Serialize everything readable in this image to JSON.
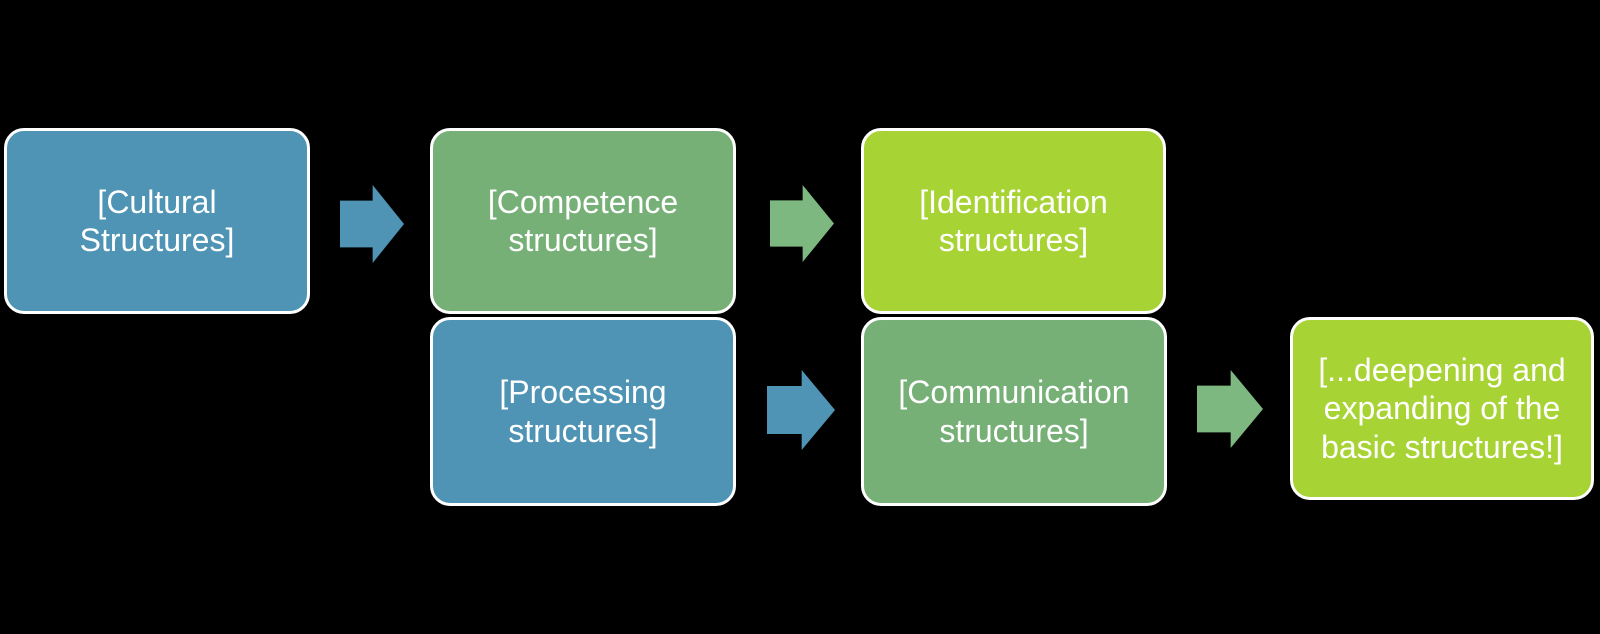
{
  "diagram": {
    "background_color": "#000000",
    "border_color": "#ffffff",
    "text_color": "#ffffff",
    "nodes": [
      {
        "id": "cultural",
        "label": "[Cultural Structures]",
        "fill": "#4F94B5"
      },
      {
        "id": "competence",
        "label": "[Competence structures]",
        "fill": "#76B077"
      },
      {
        "id": "identification",
        "label": "[Identification structures]",
        "fill": "#A8D334"
      },
      {
        "id": "processing",
        "label": "[Processing structures]",
        "fill": "#4F94B5"
      },
      {
        "id": "communication",
        "label": "[Communication structures]",
        "fill": "#76B077"
      },
      {
        "id": "deepening",
        "label": "[...deepening and expanding of the basic structures!]",
        "fill": "#A8D334"
      }
    ],
    "arrows": [
      {
        "id": "arrow-1",
        "from": "cultural",
        "to": "competence",
        "fill": "#4F94B5"
      },
      {
        "id": "arrow-2",
        "from": "competence",
        "to": "identification",
        "fill": "#7CB87F"
      },
      {
        "id": "arrow-3",
        "from": "processing",
        "to": "communication",
        "fill": "#4F94B5"
      },
      {
        "id": "arrow-4",
        "from": "communication",
        "to": "deepening",
        "fill": "#7CB87F"
      }
    ]
  }
}
